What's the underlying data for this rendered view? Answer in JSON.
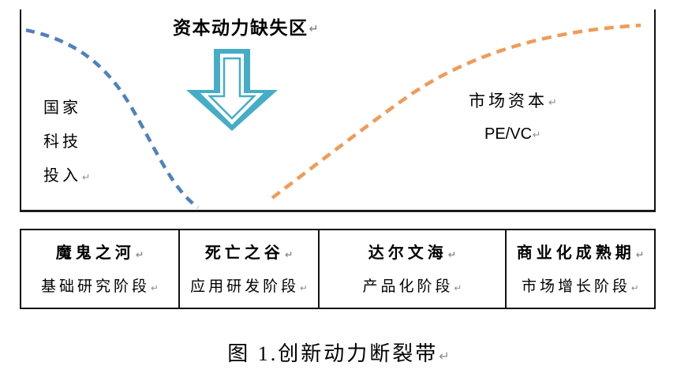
{
  "figure": {
    "chart": {
      "gap_zone_label": "资本动力缺失区",
      "left_axis_label_lines": [
        "国家",
        "科技",
        "投入"
      ],
      "right_label": "市场资本",
      "right_sublabel": "PE/VC",
      "colors": {
        "gov_curve": "#4F81BD",
        "market_curve": "#F09B57",
        "arrow": "#45ADC7"
      }
    },
    "stages": [
      {
        "name": "魔鬼之河",
        "phase": "基础研究阶段"
      },
      {
        "name": "死亡之谷",
        "phase": "应用研发阶段"
      },
      {
        "name": "达尔文海",
        "phase": "产品化阶段"
      },
      {
        "name": "商业化成熟期",
        "phase": "市场增长阶段"
      }
    ],
    "caption": "图 1.创新动力断裂带",
    "paragraph_mark": "↵"
  }
}
